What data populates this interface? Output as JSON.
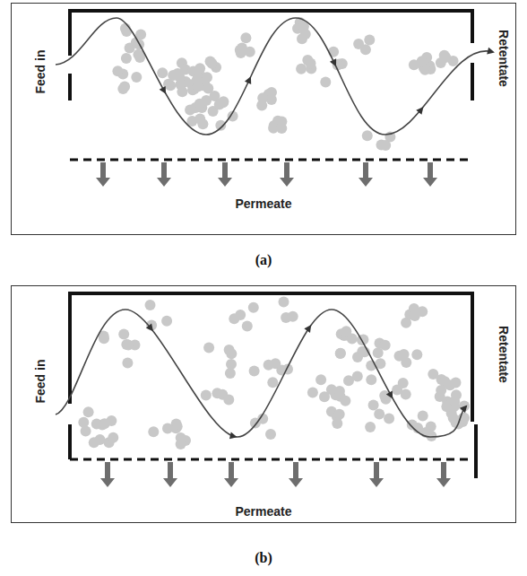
{
  "diagram": {
    "nodes": [
      {
        "text": [
          "Feed in",
          "Retentate",
          "Permeate"
        ]
      },
      {
        "text": [
          "Feed in",
          "Retentate",
          "Permeate"
        ]
      }
    ],
    "labels": [
      "(a)",
      "(b)"
    ]
  }
}
